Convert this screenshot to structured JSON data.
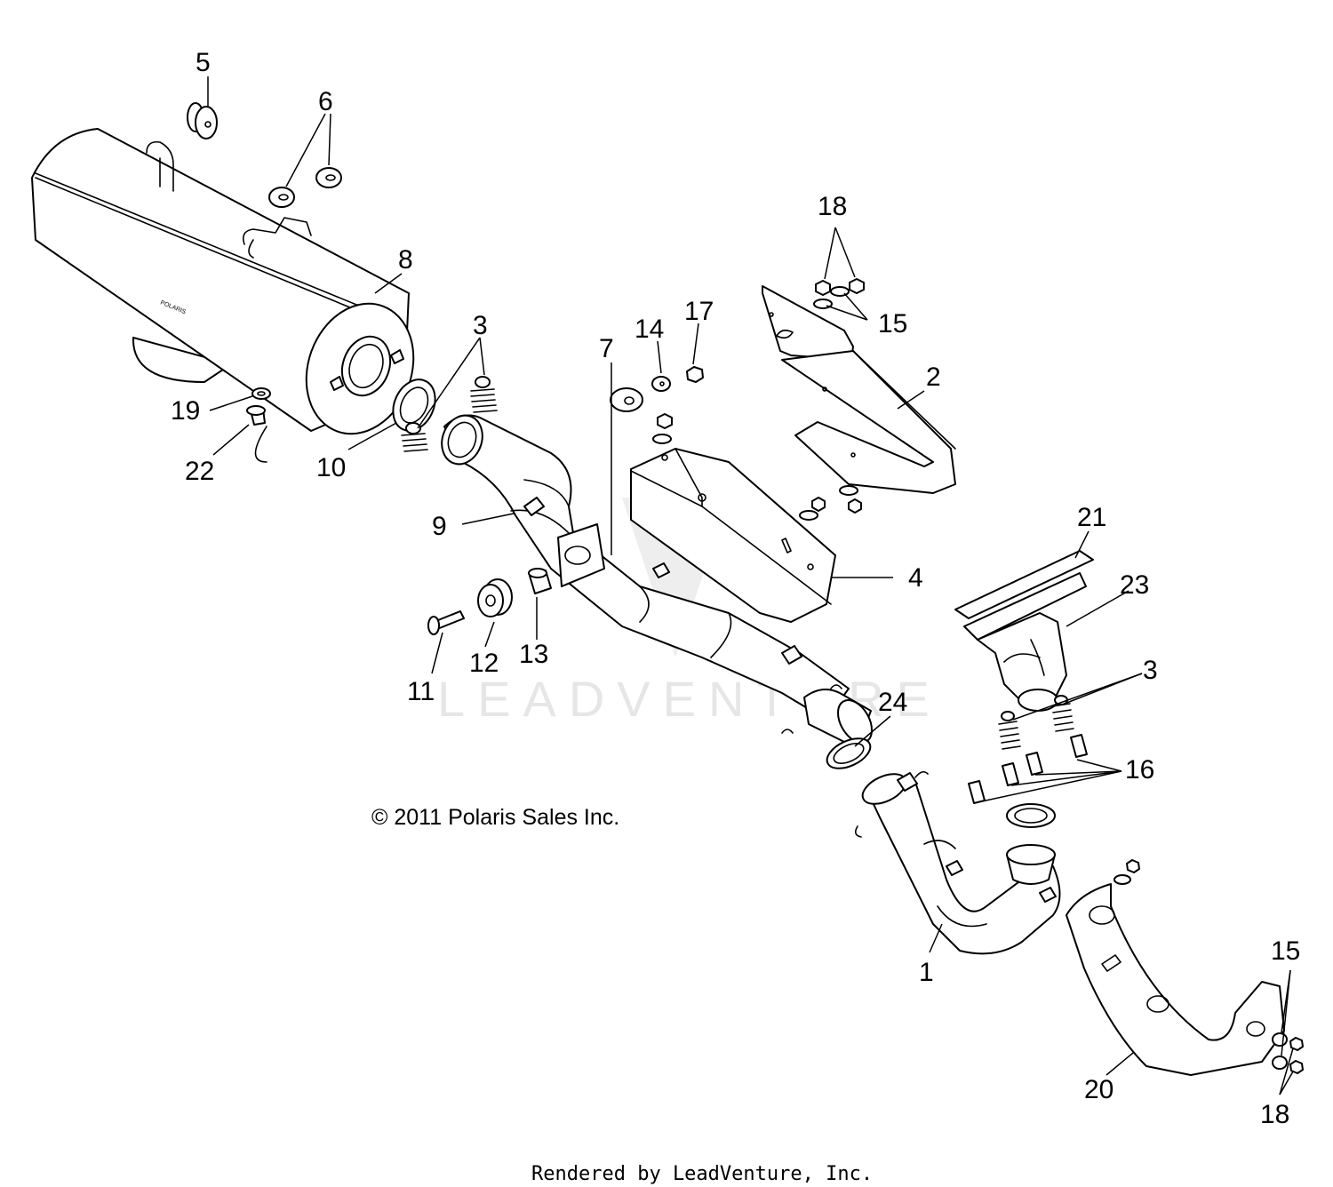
{
  "diagram": {
    "watermark": "LEADVENTURE",
    "copyright": "© 2011 Polaris Sales Inc.",
    "footer": "Rendered by LeadVenture, Inc.",
    "muffler_text": "POLARIS",
    "callouts": {
      "c5": "5",
      "c6": "6",
      "c8": "8",
      "c3a": "3",
      "c10": "10",
      "c19": "19",
      "c22": "22",
      "c9": "9",
      "c7": "7",
      "c14": "14",
      "c17": "17",
      "c18a": "18",
      "c15a": "15",
      "c2": "2",
      "c4": "4",
      "c21": "21",
      "c23": "23",
      "c3b": "3",
      "c16": "16",
      "c24": "24",
      "c11": "11",
      "c12": "12",
      "c13": "13",
      "c1": "1",
      "c20": "20",
      "c15b": "15",
      "c18b": "18"
    }
  }
}
